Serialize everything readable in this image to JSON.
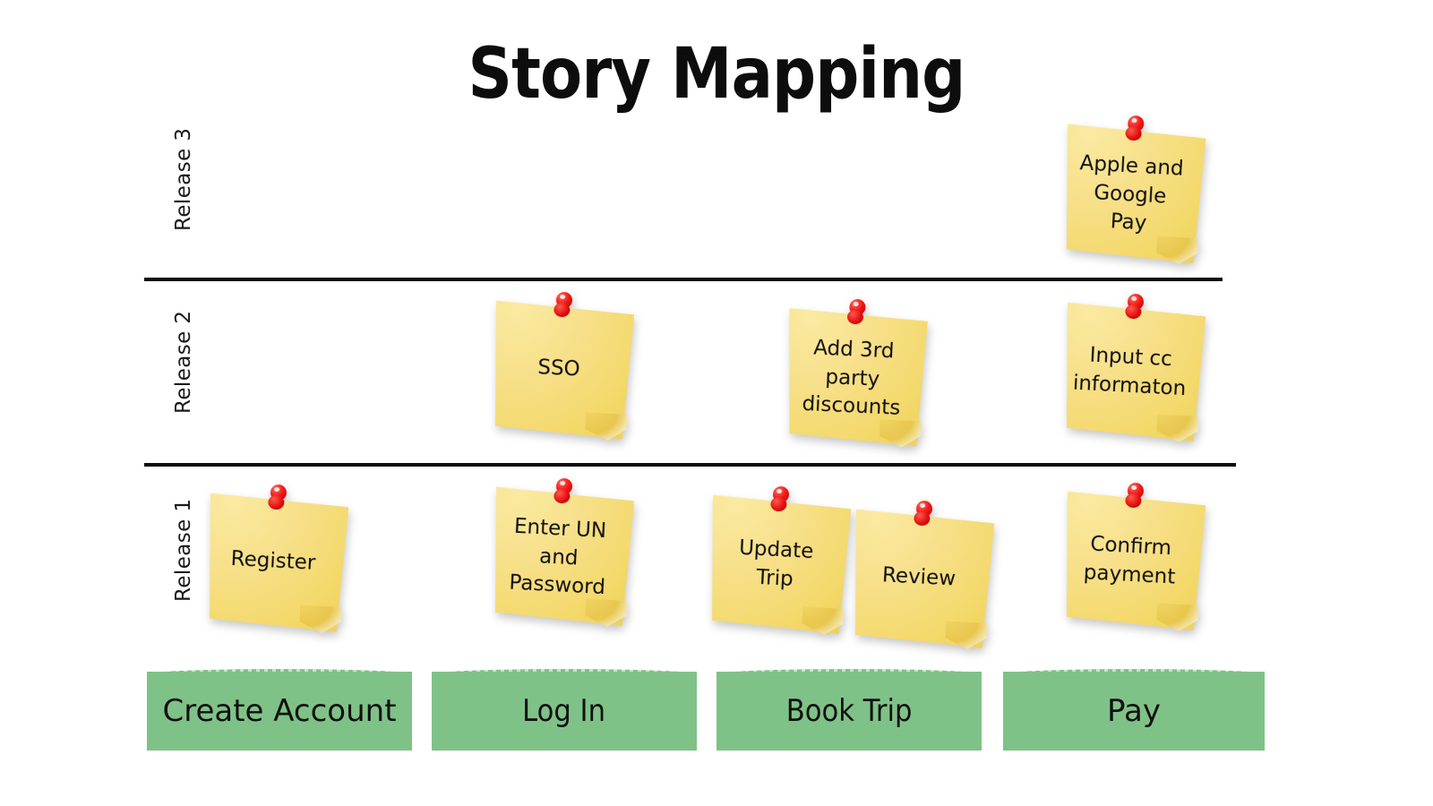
{
  "board": {
    "title": "Story Mapping",
    "accent_green": "#7fc287",
    "note_yellow": "#f5de7a",
    "pin_red": "#e21010",
    "rule_color": "#0b0b0b"
  },
  "rows": [
    {
      "label": "Release 3"
    },
    {
      "label": "Release 2"
    },
    {
      "label": "Release 1"
    }
  ],
  "activities": [
    {
      "label": "Create Account"
    },
    {
      "label": "Log In"
    },
    {
      "label": "Book Trip"
    },
    {
      "label": "Pay"
    }
  ],
  "notes": [
    {
      "text": "Apple and\nGoogle\nPay",
      "release": "Release 3",
      "activity": "Pay"
    },
    {
      "text": "SSO",
      "release": "Release 2",
      "activity": "Log In"
    },
    {
      "text": "Add 3rd\nparty\ndiscounts",
      "release": "Release 2",
      "activity": "Book Trip"
    },
    {
      "text": "Input cc\ninformaton",
      "release": "Release 2",
      "activity": "Pay"
    },
    {
      "text": "Register",
      "release": "Release 1",
      "activity": "Create Account"
    },
    {
      "text": "Enter UN\nand\nPassword",
      "release": "Release 1",
      "activity": "Log In"
    },
    {
      "text": "Update\nTrip",
      "release": "Release 1",
      "activity": "Book Trip"
    },
    {
      "text": "Review",
      "release": "Release 1",
      "activity": "Book Trip"
    },
    {
      "text": "Confirm\npayment",
      "release": "Release 1",
      "activity": "Pay"
    }
  ]
}
